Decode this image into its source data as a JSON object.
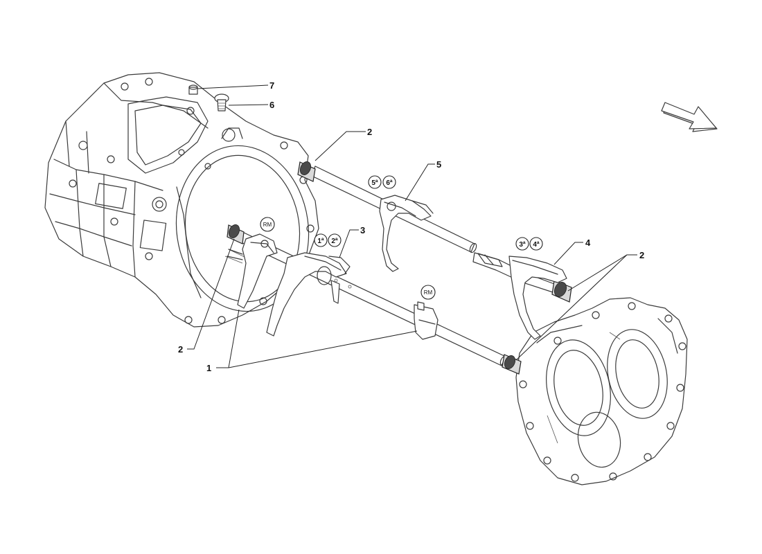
{
  "diagram": {
    "callouts": {
      "c1": "1",
      "c2a": "2",
      "c2b": "2",
      "c2c": "2",
      "c3": "3",
      "c4": "4",
      "c5": "5",
      "c6": "6",
      "c7": "7"
    },
    "gear_badges": {
      "g1": "1ª",
      "g2": "2ª",
      "g3": "3ª",
      "g4": "4ª",
      "g5": "5ª",
      "g6": "6ª",
      "rm1": "RM",
      "rm2": "RM"
    },
    "direction_arrow": "arrow-icon"
  }
}
